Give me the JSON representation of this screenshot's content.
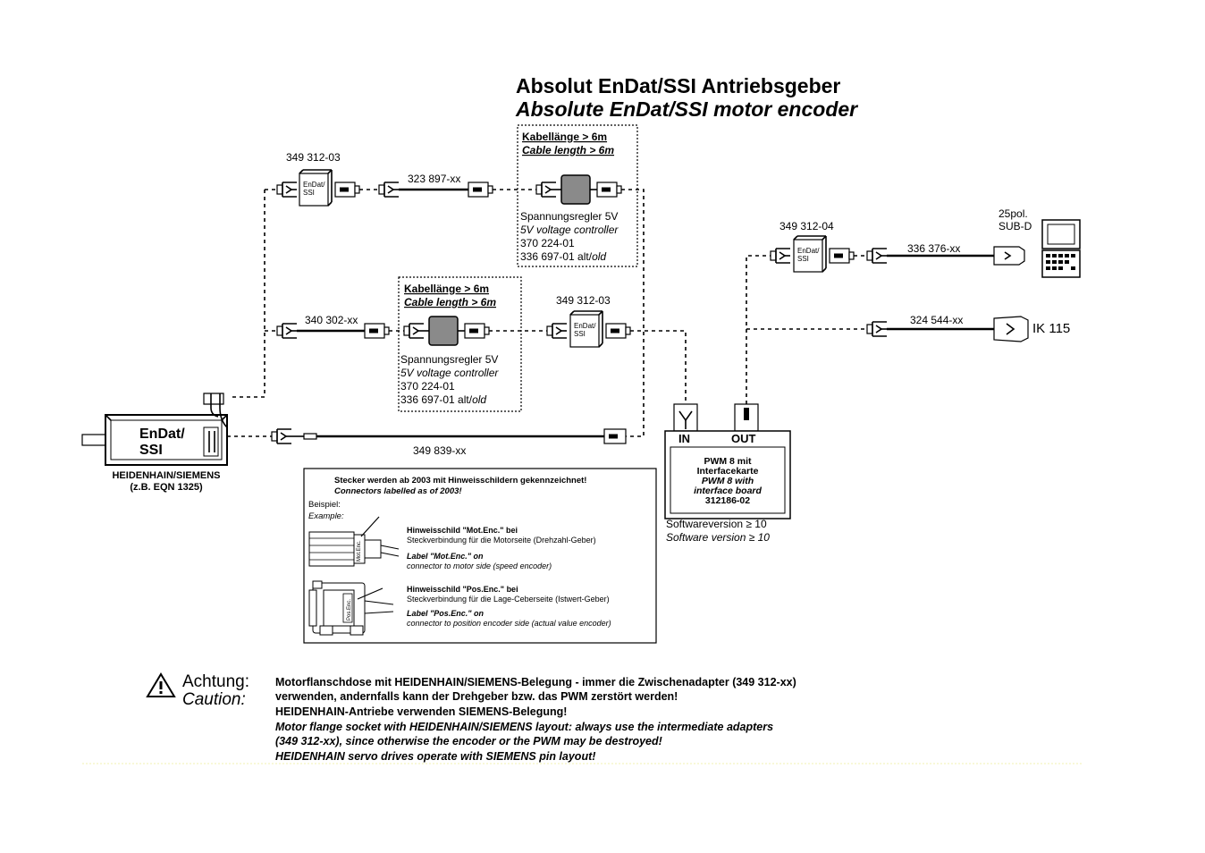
{
  "title": {
    "de": "Absolut EnDat/SSI Antriebsgeber",
    "en": "Absolute EnDat/SSI motor encoder"
  },
  "cable_note_top": {
    "de": "Kabellänge > 6m",
    "en": "Cable length > 6m"
  },
  "cable_note_mid": {
    "de": "Kabellänge > 6m",
    "en": "Cable length > 6m"
  },
  "regulator_top": {
    "de": "Spannungsregler 5V",
    "en": "5V voltage controller",
    "id1": "370 224-01",
    "id2_prefix": "336 697-01 alt/",
    "id2_suffix": "old"
  },
  "regulator_mid": {
    "de": "Spannungsregler 5V",
    "en": "5V voltage controller",
    "id1": "370 224-01",
    "id2_prefix": "336 697-01 alt/",
    "id2_suffix": "old"
  },
  "parts": {
    "adapter_top": "349 312-03",
    "adapter_mid": "349 312-03",
    "adapter_right": "349 312-04",
    "cable_top": "323 897-xx",
    "cable_mid": "340 302-xx",
    "cable_motor": "349 839-xx",
    "cable_subd": "336 376-xx",
    "cable_ik": "324 544-xx"
  },
  "adapter_text": {
    "a": "EnDat/",
    "b": "SSI"
  },
  "subd": {
    "line1": "25pol.",
    "line2": "SUB-D"
  },
  "ik": "IK 115",
  "motor": {
    "label1": "EnDat/",
    "label2": "SSI",
    "maker": "HEIDENHAIN/SIEMENS",
    "example": "(z.B. EQN 1325)"
  },
  "pwm": {
    "in": "IN",
    "out": "OUT",
    "l1": "PWM 8 mit",
    "l2": "Interfacekarte",
    "l3": "PWM 8 with",
    "l4": "interface board",
    "l5": "312186-02",
    "sw_de": "Softwareversion ≥ 10",
    "sw_en": "Software version ≥ 10"
  },
  "legend": {
    "head_de": "Stecker werden ab 2003 mit Hinweisschildern gekennzeichnet!",
    "head_en": "Connectors labelled as of 2003!",
    "beispiel": "Beispiel:",
    "example": "Example:",
    "mot_de1": "Hinweisschild \"Mot.Enc.\" bei",
    "mot_de2": "Steckverbindung für die Motorseite (Drehzahl-Geber)",
    "mot_en1": "Label \"Mot.Enc.\" on",
    "mot_en2": "connector to motor side (speed encoder)",
    "pos_de1": "Hinweisschild \"Pos.Enc.\" bei",
    "pos_de2": "Steckverbindung für die Lage-Ceberseite (Istwert-Geber)",
    "pos_en1": "Label \"Pos.Enc.\" on",
    "pos_en2": "connector to position encoder side (actual value encoder)",
    "tag_mot": "Mot.Enc.",
    "tag_pos": "Pos.Enc."
  },
  "caution": {
    "label_de": "Achtung:",
    "label_en": "Caution:",
    "l1": "Motorflanschdose mit HEIDENHAIN/SIEMENS-Belegung - immer die Zwischenadapter (349 312-xx)",
    "l2": "verwenden, andernfalls kann der Drehgeber bzw. das PWM zerstört werden!",
    "l3": "HEIDENHAIN-Antriebe  verwenden SIEMENS-Belegung!",
    "l4": "Motor flange socket with HEIDENHAIN/SIEMENS layout: always use the intermediate adapters",
    "l5": "(349 312-xx), since otherwise the encoder or the PWM may be destroyed!",
    "l6": "HEIDENHAIN servo drives operate with SIEMENS pin layout!"
  }
}
